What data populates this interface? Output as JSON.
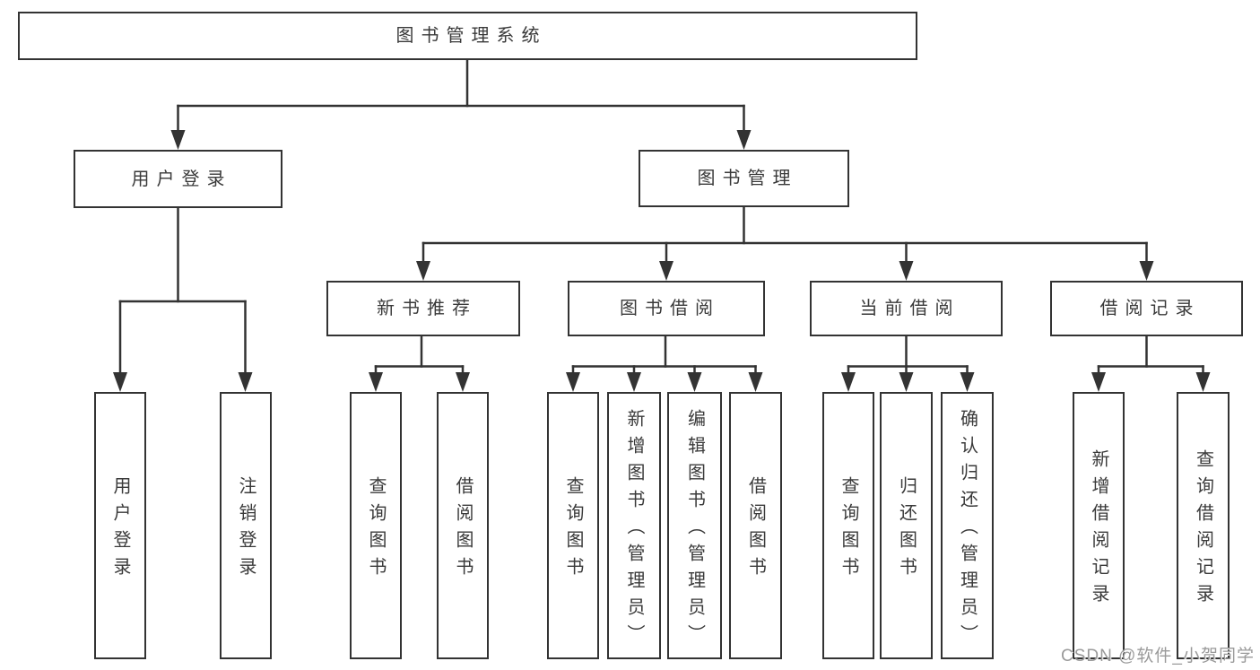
{
  "tree": {
    "label": "图书管理系统",
    "children": [
      {
        "label": "用户登录",
        "children": [
          {
            "label": "用户登录"
          },
          {
            "label": "注销登录"
          }
        ]
      },
      {
        "label": "图书管理",
        "children": [
          {
            "label": "新书推荐",
            "children": [
              {
                "label": "查询图书"
              },
              {
                "label": "借阅图书"
              }
            ]
          },
          {
            "label": "图书借阅",
            "children": [
              {
                "label": "查询图书"
              },
              {
                "label": "新增图书（管理员）"
              },
              {
                "label": "编辑图书（管理员）"
              },
              {
                "label": "借阅图书"
              }
            ]
          },
          {
            "label": "当前借阅",
            "children": [
              {
                "label": "查询图书"
              },
              {
                "label": "归还图书"
              },
              {
                "label": "确认归还（管理员）"
              }
            ]
          },
          {
            "label": "借阅记录",
            "children": [
              {
                "label": "新增借阅记录"
              },
              {
                "label": "查询借阅记录"
              }
            ]
          }
        ]
      }
    ]
  },
  "watermark": {
    "text": "CSDN @软件_小贺同学"
  },
  "colors": {
    "background": "#ffffff",
    "line": "#333333",
    "box_border": "#333333",
    "text": "#3a3a3a",
    "watermark": "#9a9a9a"
  }
}
